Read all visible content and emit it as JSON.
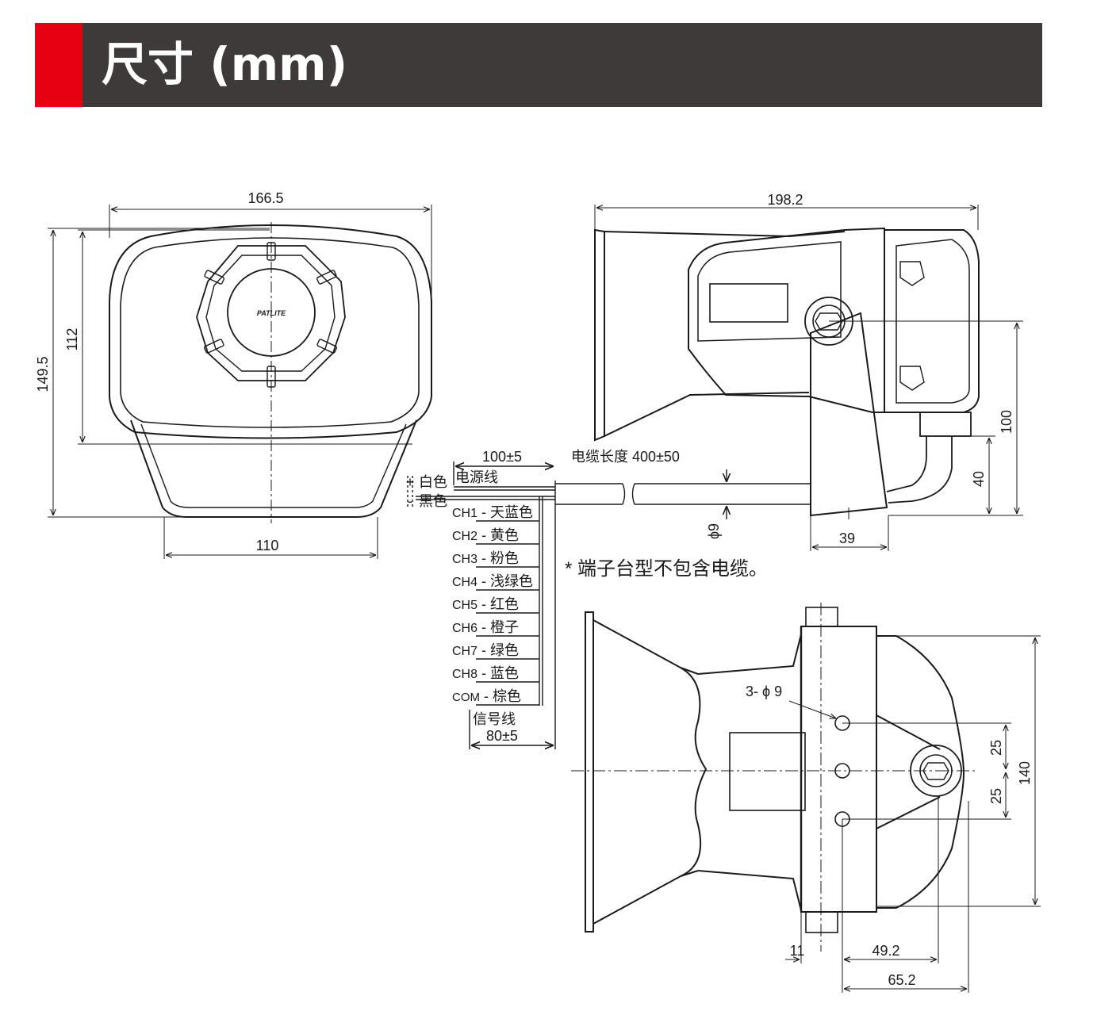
{
  "header": {
    "title": "尺寸 (mm)",
    "accent_color": "#e60012",
    "bar_color": "#3e3a39"
  },
  "front_view": {
    "logo_text": "PATLITE",
    "dims": {
      "width_top": "166.5",
      "height_total": "149.5",
      "height_inner": "112",
      "width_bottom": "110"
    }
  },
  "side_view": {
    "dims": {
      "length_total": "198.2",
      "height_right": "100",
      "height_bottom": "40",
      "bracket_width": "39",
      "cable_diameter": "ϕ9"
    }
  },
  "wiring": {
    "cable_length_label": "电缆长度 400±50",
    "power_wire_length": "100±5",
    "signal_wire_length": "80±5",
    "power_label": "电源线",
    "signal_label": "信号线",
    "plus_sign": "+",
    "minus_sign": "-",
    "white_label": "白色",
    "black_label": "黑色",
    "channels": [
      {
        "ch": "CH1",
        "color": "天蓝色"
      },
      {
        "ch": "CH2",
        "color": "黄色"
      },
      {
        "ch": "CH3",
        "color": "粉色"
      },
      {
        "ch": "CH4",
        "color": "浅绿色"
      },
      {
        "ch": "CH5",
        "color": "红色"
      },
      {
        "ch": "CH6",
        "color": "橙子"
      },
      {
        "ch": "CH7",
        "color": "绿色"
      },
      {
        "ch": "CH8",
        "color": "蓝色"
      },
      {
        "ch": "COM",
        "color": "棕色"
      }
    ]
  },
  "note": "* 端子台型不包含电缆。",
  "bottom_view": {
    "dims": {
      "holes": "3- ϕ 9",
      "pitch_upper": "25",
      "pitch_lower": "25",
      "height_total": "140",
      "offset_left": "11",
      "offset_mid": "49.2",
      "offset_total": "65.2"
    }
  }
}
